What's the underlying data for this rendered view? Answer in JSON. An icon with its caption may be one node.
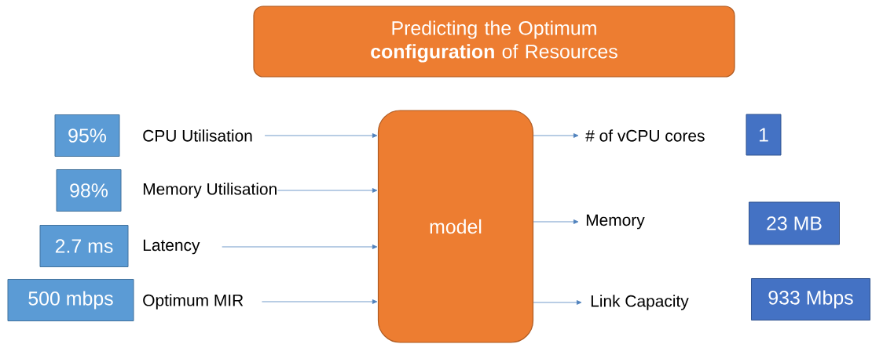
{
  "diagram": {
    "nodes": [
      {
        "text": [
          "Predicting the Optimum **configuration** of Resources"
        ]
      },
      {
        "text": [
          "95%"
        ]
      },
      {
        "text": [
          "CPU Utilisation"
        ]
      },
      {
        "text": [
          "98%"
        ]
      },
      {
        "text": [
          "Memory Utilisation"
        ]
      },
      {
        "text": [
          "2.7 ms"
        ]
      },
      {
        "text": [
          "Latency"
        ]
      },
      {
        "text": [
          "500 mbps"
        ]
      },
      {
        "text": [
          "Optimum MIR"
        ]
      },
      {
        "text": [
          "model"
        ]
      },
      {
        "text": [
          "# of vCPU cores"
        ]
      },
      {
        "text": [
          "1"
        ]
      },
      {
        "text": [
          "Memory"
        ]
      },
      {
        "text": [
          "23 MB"
        ]
      },
      {
        "text": [
          "Link Capacity"
        ]
      },
      {
        "text": [
          "933 Mbps"
        ]
      }
    ],
    "edges": [
      {
        "from": 2,
        "to": 9,
        "arrow": "to"
      },
      {
        "from": 4,
        "to": 9,
        "arrow": "to"
      },
      {
        "from": 6,
        "to": 9,
        "arrow": "to"
      },
      {
        "from": 8,
        "to": 9,
        "arrow": "to"
      },
      {
        "from": 9,
        "to": 10,
        "arrow": "to"
      },
      {
        "from": 9,
        "to": 12,
        "arrow": "to"
      },
      {
        "from": 9,
        "to": 14,
        "arrow": "to"
      }
    ]
  }
}
